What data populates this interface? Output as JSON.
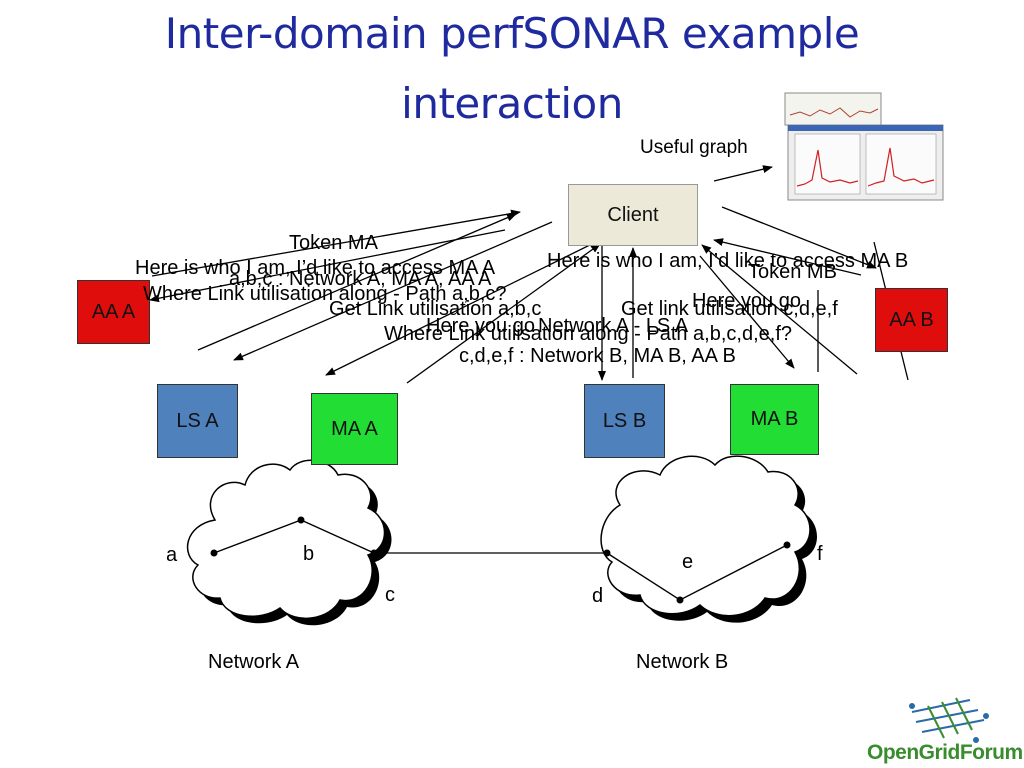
{
  "title": {
    "line1": "Inter-domain perfSONAR example",
    "line2": "interaction"
  },
  "nodes": {
    "client": "Client",
    "aa_a": "AA  A",
    "aa_b": "AA  B",
    "ls_a": "LS A",
    "ma_a": "MA A",
    "ls_b": "LS B",
    "ma_b": "MA B"
  },
  "messages": {
    "useful_graph": "Useful graph",
    "token_ma": "Token MA",
    "here_is_who_a": "Here is who I am, I’d like to access MA A",
    "abc_network_a": "a,b,c : Network A, MA A, AA A",
    "where_link_abc": "Where Link utilisation along - Path a,b,c?",
    "get_link_abc": "Get Link utilisation a,b,c",
    "here_you_go_a": "Here you go",
    "network_a_ls_a": "Network A - LS A",
    "here_is_who_b": "Here is who I am, I’d like to access MA B",
    "token_mb": "Token MB",
    "here_you_go_b": "Here you go",
    "get_link_cdef": "Get link utilisation c,d,e,f",
    "where_link_abcdef": "Where Link utilisation along - Path a,b,c,d,e,f?",
    "cdef_network_b": "c,d,e,f : Network B, MA B, AA B"
  },
  "network": {
    "a": "a",
    "b": "b",
    "c": "c",
    "d": "d",
    "e": "e",
    "f": "f",
    "network_a": "Network A",
    "network_b": "Network B"
  },
  "logo": {
    "text": "OpenGridForum",
    "icon": "ogf-grid-logo"
  },
  "colors": {
    "title": "#1f2a9e",
    "aa": "#e00d0d",
    "ls": "#4f81bd",
    "ma": "#22dd33",
    "client_fill": "#ece9d8",
    "logo_green": "#3a8d2f",
    "logo_blue": "#2a6aa8"
  }
}
